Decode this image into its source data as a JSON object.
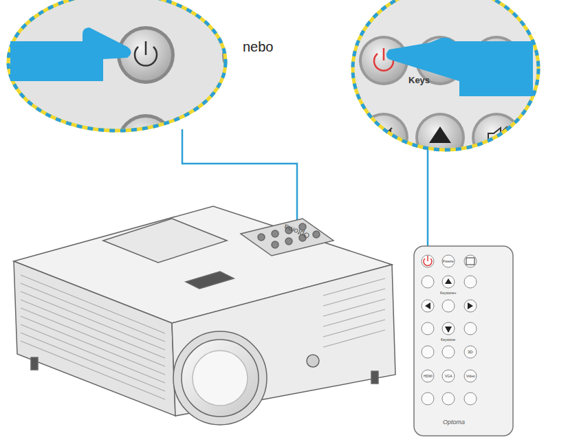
{
  "diagram": {
    "labels": [
      "nebo",
      "Keys",
      "Optoma",
      "Freeze",
      "Keystone+",
      "Keystone-",
      "3D",
      "HDMI",
      "VGA",
      "Video",
      "Optoma"
    ]
  }
}
